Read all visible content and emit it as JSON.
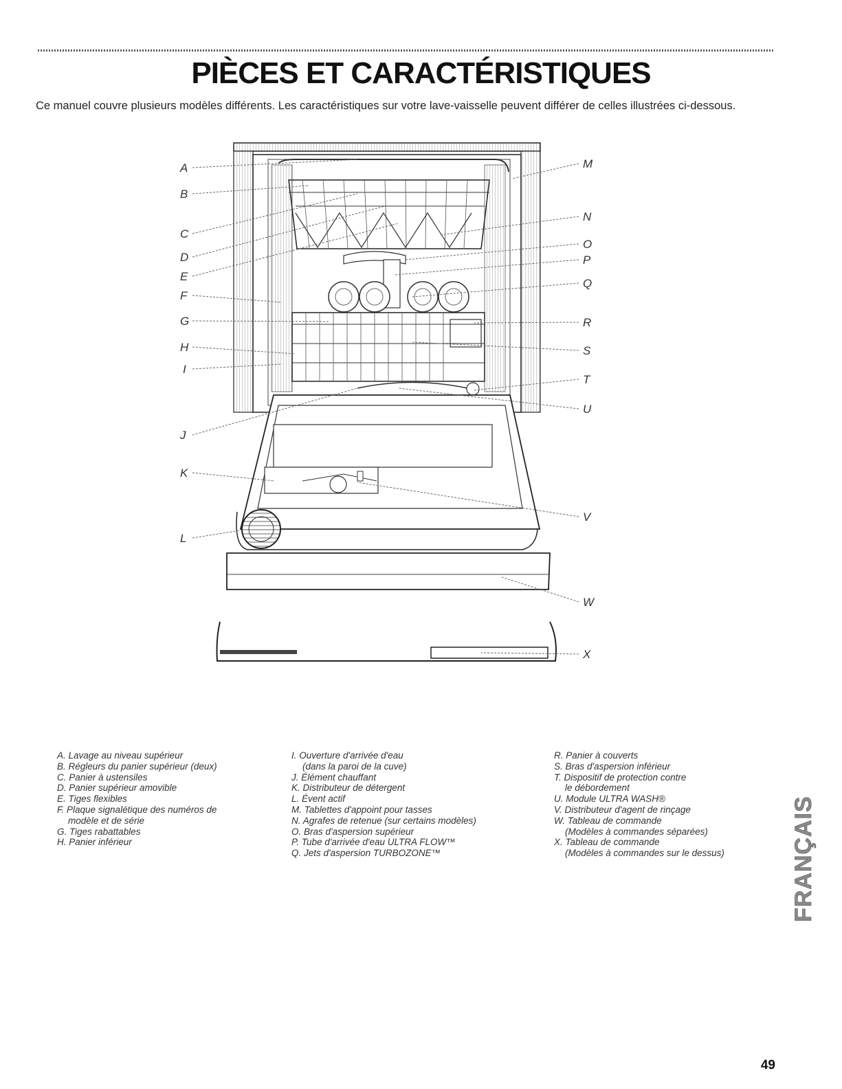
{
  "header": {
    "title": "PIÈCES ET CARACTÉRISTIQUES",
    "intro": "Ce manuel couvre plusieurs modèles différents. Les caractéristiques sur votre lave-vaisselle peuvent différer de celles illustrées ci-dessous."
  },
  "diagram": {
    "callouts": [
      "A",
      "B",
      "C",
      "D",
      "E",
      "F",
      "G",
      "H",
      "I",
      "J",
      "K",
      "L",
      "M",
      "N",
      "O",
      "P",
      "Q",
      "R",
      "S",
      "T",
      "U",
      "V",
      "W",
      "X"
    ]
  },
  "legend": {
    "col1": [
      {
        "text": "A. Lavage au niveau supérieur"
      },
      {
        "text": "B. Régleurs du panier supérieur (deux)"
      },
      {
        "text": "C. Panier à ustensiles"
      },
      {
        "text": "D. Panier supérieur amovible"
      },
      {
        "text": "E. Tiges flexibles"
      },
      {
        "text": "F. Plaque signalétique des numéros de",
        "cont": "modèle et de série"
      },
      {
        "text": "G. Tiges rabattables"
      },
      {
        "text": "H. Panier inférieur"
      }
    ],
    "col2": [
      {
        "text": "I. Ouverture d'arrivée d'eau",
        "cont": "(dans la paroi de la cuve)"
      },
      {
        "text": "J. Élément chauffant"
      },
      {
        "text": "K. Distributeur de détergent"
      },
      {
        "text": "L. Évent actif"
      },
      {
        "text": "M. Tablettes d'appoint pour tasses"
      },
      {
        "text": "N. Agrafes de retenue (sur certains modèles)"
      },
      {
        "text": "O. Bras d'aspersion supérieur"
      },
      {
        "text": "P. Tube d'arrivée d'eau ULTRA FLOW™"
      },
      {
        "text": "Q. Jets d'aspersion TURBOZONE™"
      }
    ],
    "col3": [
      {
        "text": "R. Panier à couverts"
      },
      {
        "text": "S. Bras d'aspersion inférieur"
      },
      {
        "text": "T. Dispositif de protection contre",
        "cont": "le débordement"
      },
      {
        "text": "U. Module ULTRA WASH®"
      },
      {
        "text": "V. Distributeur d'agent de rinçage"
      },
      {
        "text": "W. Tableau de commande",
        "cont": "(Modèles à commandes séparées)"
      },
      {
        "text": "X. Tableau de commande",
        "cont": "(Modèles à commandes sur le dessus)"
      }
    ]
  },
  "side_tab": {
    "text": "FRANÇAIS"
  },
  "page_number": "49"
}
